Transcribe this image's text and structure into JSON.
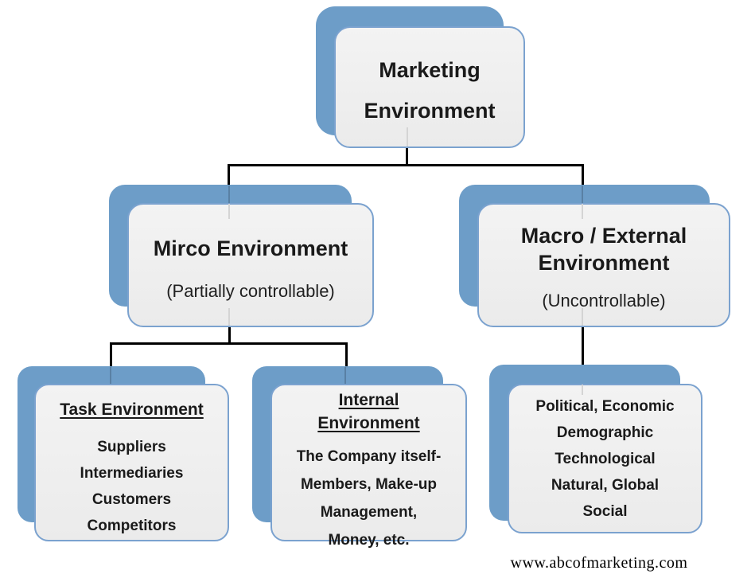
{
  "nodes": {
    "marketing": {
      "lines": [
        "Marketing",
        "Environment"
      ]
    },
    "micro": {
      "title": "Mirco Environment",
      "subtitle": "(Partially controllable)"
    },
    "macro": {
      "lines": [
        "Macro / External",
        "Environment"
      ],
      "subtitle": "(Uncontrollable)"
    },
    "task": {
      "heading": "Task Environment",
      "items": [
        "Suppliers",
        "Intermediaries",
        "Customers",
        "Competitors"
      ]
    },
    "internal": {
      "heading_lines": [
        "Internal",
        "Environment"
      ],
      "items": [
        "The Company itself-",
        "Members, Make-up",
        "Management,",
        "Money, etc."
      ]
    },
    "factors": {
      "items": [
        "Political, Economic",
        "Demographic",
        "Technological",
        "Natural, Global",
        "Social"
      ]
    }
  },
  "watermark": {
    "text": "www.abcofmarketing.com"
  },
  "colors": {
    "shadow_blue": "#6d9dc8",
    "box_border": "#7ba2cf",
    "box_fill": "#efefef",
    "connector": "#000000",
    "text": "#1a1a1a"
  }
}
